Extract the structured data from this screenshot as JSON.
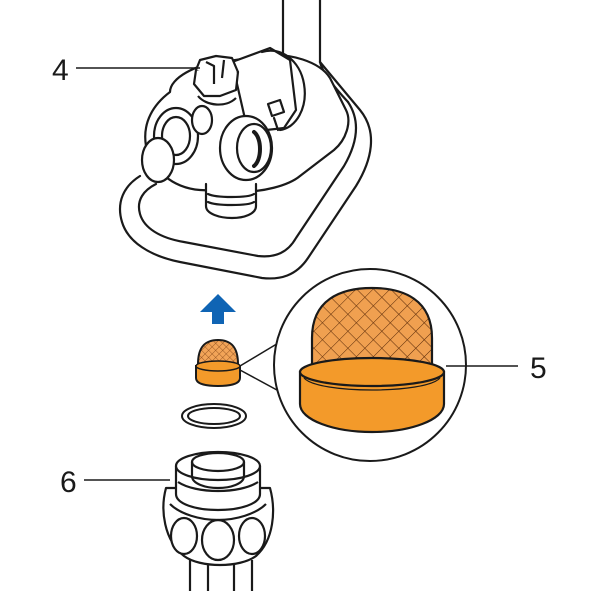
{
  "callouts": {
    "c4": "4",
    "c5": "5",
    "c6": "6"
  },
  "icons": {
    "direction": "up-arrow-icon"
  },
  "colors": {
    "filter_rim": "#f39a2a",
    "filter_mesh": "#f0a050",
    "arrow": "#0f64b4",
    "line": "#1a1a1a"
  }
}
